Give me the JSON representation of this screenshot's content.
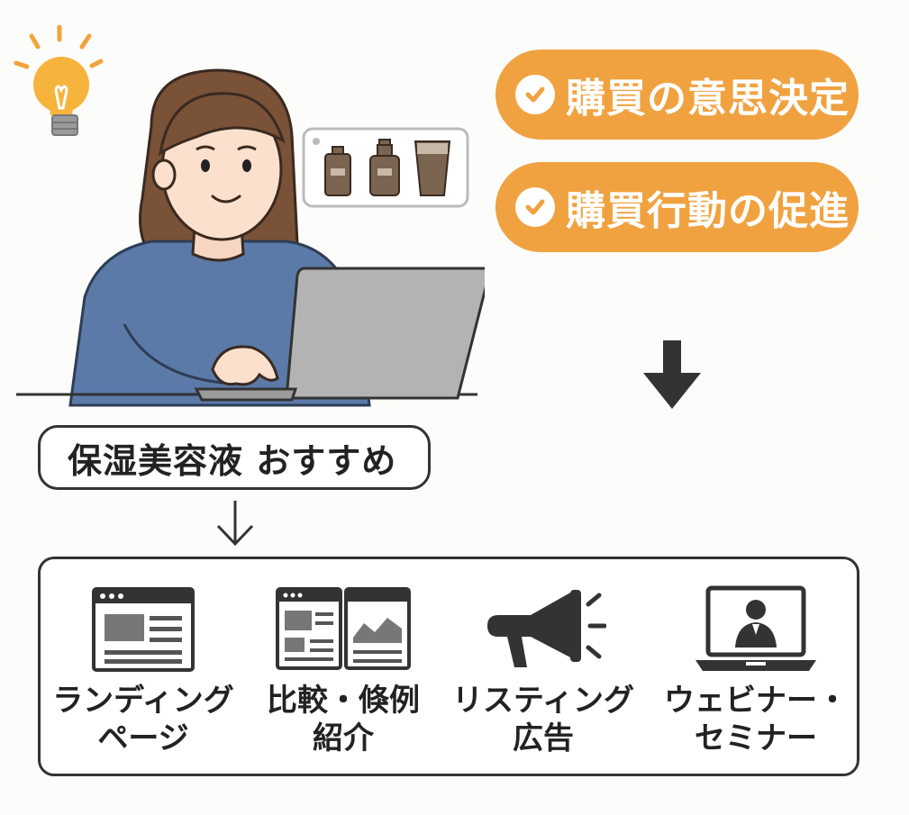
{
  "goals": [
    {
      "label": "購買の意思決定",
      "icon": "check-icon"
    },
    {
      "label": "購買行動の促進",
      "icon": "check-icon"
    }
  ],
  "search_query": "保湿美容液 おすすめ",
  "methods": [
    {
      "label": "ランディング\nページ",
      "icon": "landing-page-icon"
    },
    {
      "label": "比較・倏例\n紹介",
      "icon": "comparison-windows-icon"
    },
    {
      "label": "リスティング\n広告",
      "icon": "megaphone-icon"
    },
    {
      "label": "ウェビナー・\nセミナー",
      "icon": "webinar-laptop-icon"
    }
  ],
  "colors": {
    "accent": "#f0a240",
    "sweater": "#5b7aa8",
    "hair": "#7a5238",
    "laptop": "#b3b3b3",
    "bulb": "#f6b43c",
    "ink": "#333333"
  }
}
